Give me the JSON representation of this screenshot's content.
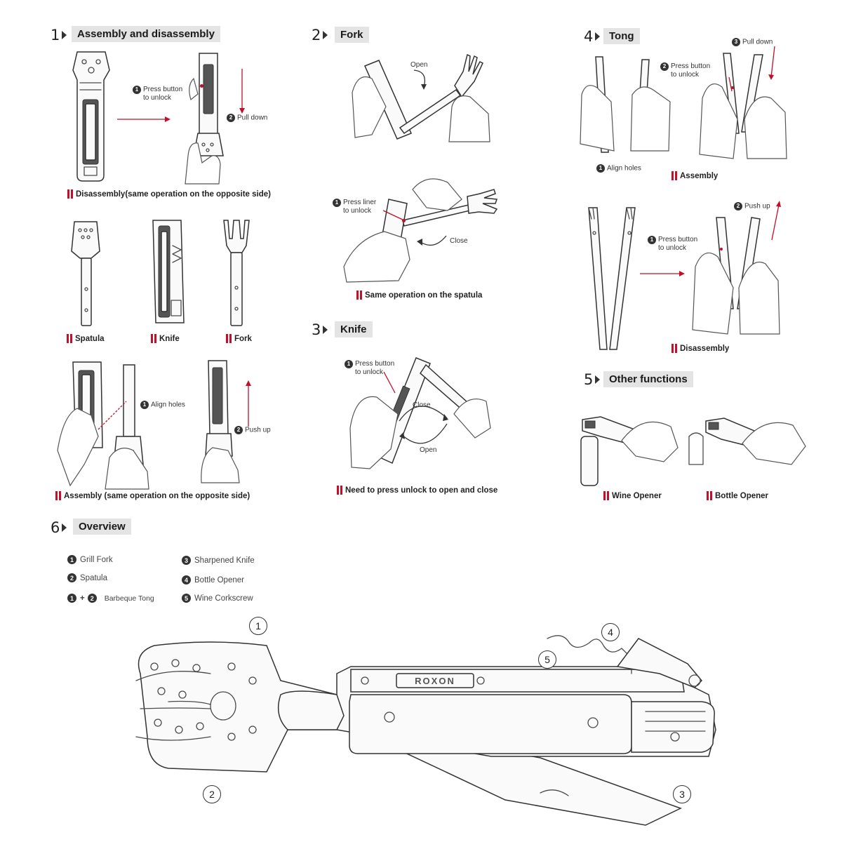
{
  "sections": {
    "assembly": {
      "number": "1",
      "title": "Assembly and disassembly",
      "step1_label": "Press button\nto unlock",
      "step2_label": "Pull down",
      "disassembly_caption": "Disassembly(same operation on the opposite side)",
      "parts": [
        "Spatula",
        "Knife",
        "Fork"
      ],
      "align_label": "Align holes",
      "push_label": "Push up",
      "assembly_caption": "Assembly (same operation on the opposite side)"
    },
    "fork": {
      "number": "2",
      "title": "Fork",
      "open_label": "Open",
      "press_label": "Press liner\nto unlock",
      "close_label": "Close",
      "caption": "Same operation on the spatula"
    },
    "knife": {
      "number": "3",
      "title": "Knife",
      "press_label": "Press button\nto unlock",
      "close_label": "Close",
      "open_label": "Open",
      "caption": "Need to press unlock to open and close"
    },
    "tong": {
      "number": "4",
      "title": "Tong",
      "pull_label": "Pull down",
      "press_label": "Press button\nto unlock",
      "align_label": "Align holes",
      "assembly_caption": "Assembly",
      "press2_label": "Press button\nto unlock",
      "push_label": "Push up",
      "disassembly_caption": "Disassembly"
    },
    "other": {
      "number": "5",
      "title": "Other functions",
      "captions": [
        "Wine Opener",
        "Bottle Opener"
      ]
    },
    "overview": {
      "number": "6",
      "title": "Overview",
      "items": [
        "Grill Fork",
        "Spatula",
        "Barbeque Tong",
        "Sharpened Knife",
        "Bottle Opener",
        "Wine Corkscrew"
      ],
      "tong_plus": "+",
      "callouts": [
        "1",
        "2",
        "3",
        "4",
        "5"
      ],
      "brand": "ROXON"
    }
  },
  "accent_color": "#c0102a",
  "title_bg": "#e4e4e4"
}
